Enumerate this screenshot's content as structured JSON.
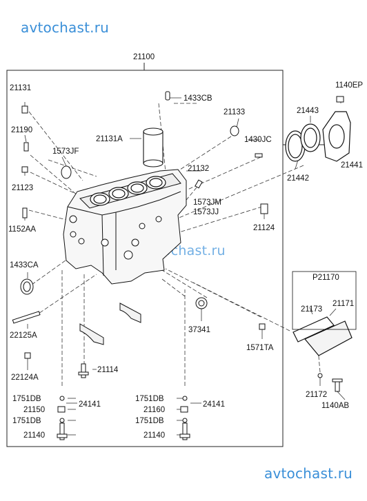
{
  "watermarks": {
    "top": "avtochast.ru",
    "middle": "avtochast.ru",
    "bottom": "avtochast.ru"
  },
  "labels": {
    "assembly": "21100",
    "l_21131": "21131",
    "l_1433CB": "1433CB",
    "l_21133": "21133",
    "l_1140EP": "1140EP",
    "l_21443": "21443",
    "l_21190": "21190",
    "l_21131A": "21131A",
    "l_1430JC": "1430JC",
    "l_1573JF": "1573JF",
    "l_21132": "21132",
    "l_21441": "21441",
    "l_21123": "21123",
    "l_21442": "21442",
    "l_1573JM": "1573JM",
    "l_1573JJ": "1573JJ",
    "l_1152AA": "1152AA",
    "l_21124": "21124",
    "l_1433CA": "1433CA",
    "l_P21170": "P21170",
    "l_21173": "21173",
    "l_21171": "21171",
    "l_22125A": "22125A",
    "l_37341": "37341",
    "l_1571TA": "1571TA",
    "l_21114": "21114",
    "l_22124A": "22124A",
    "l_21172": "21172",
    "l_1751DB_a": "1751DB",
    "l_24141_a": "24141",
    "l_1751DB_b": "1751DB",
    "l_24141_b": "24141",
    "l_1140AB": "1140AB",
    "l_21150": "21150",
    "l_21160": "21160",
    "l_1751DB_c": "1751DB",
    "l_1751DB_d": "1751DB",
    "l_21140_a": "21140",
    "l_21140_b": "21140"
  }
}
